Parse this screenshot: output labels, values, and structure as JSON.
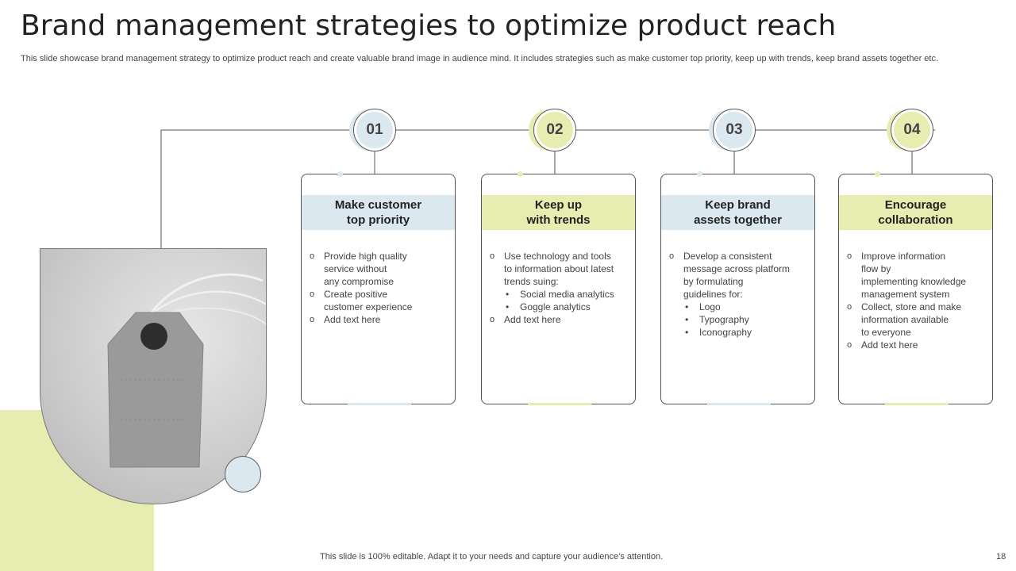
{
  "title": "Brand management strategies to optimize product reach",
  "subtitle": "This slide showcase brand management strategy to optimize product reach and create valuable brand image in audience mind. It includes strategies such as make customer top priority, keep up with trends, keep brand assets together etc.",
  "colors": {
    "blue": "#dce8ef",
    "yellow": "#e7ecb0",
    "line": "#555555"
  },
  "steps": [
    {
      "number": "01",
      "heading_line1": "Make customer",
      "heading_line2": "top priority",
      "items": [
        {
          "type": "main",
          "text": "Provide  high quality"
        },
        {
          "type": "cont",
          "text": "service without"
        },
        {
          "type": "cont",
          "text": "any compromise"
        },
        {
          "type": "main",
          "text": "Create positive"
        },
        {
          "type": "cont",
          "text": "customer experience"
        },
        {
          "type": "main",
          "text": "Add text here"
        }
      ]
    },
    {
      "number": "02",
      "heading_line1": "Keep up",
      "heading_line2": "with trends",
      "items": [
        {
          "type": "main",
          "text": "Use technology and tools"
        },
        {
          "type": "cont",
          "text": "to information about latest"
        },
        {
          "type": "cont",
          "text": "trends suing:"
        },
        {
          "type": "sub",
          "text": "Social media analytics"
        },
        {
          "type": "sub",
          "text": "Goggle analytics"
        },
        {
          "type": "main",
          "text": "Add text here"
        }
      ]
    },
    {
      "number": "03",
      "heading_line1": "Keep brand",
      "heading_line2": "assets together",
      "items": [
        {
          "type": "main",
          "text": "Develop  a consistent"
        },
        {
          "type": "cont",
          "text": "message across platform"
        },
        {
          "type": "cont",
          "text": "by formulating"
        },
        {
          "type": "cont",
          "text": "guidelines for:"
        },
        {
          "type": "sub",
          "text": "Logo"
        },
        {
          "type": "sub",
          "text": "Typography"
        },
        {
          "type": "sub",
          "text": "Iconography"
        }
      ]
    },
    {
      "number": "04",
      "heading_line1": "Encourage",
      "heading_line2": "collaboration",
      "items": [
        {
          "type": "main",
          "text": "Improve  information"
        },
        {
          "type": "cont",
          "text": "flow by"
        },
        {
          "type": "cont",
          "text": "implementing knowledge"
        },
        {
          "type": "cont",
          "text": "management system"
        },
        {
          "type": "main",
          "text": "Collect, store and make"
        },
        {
          "type": "cont",
          "text": "information available"
        },
        {
          "type": "cont",
          "text": "to everyone"
        },
        {
          "type": "main",
          "text": "Add text here"
        }
      ]
    }
  ],
  "footer": "This slide is 100% editable. Adapt it to your needs and capture your audience’s attention.",
  "page_number": "18"
}
